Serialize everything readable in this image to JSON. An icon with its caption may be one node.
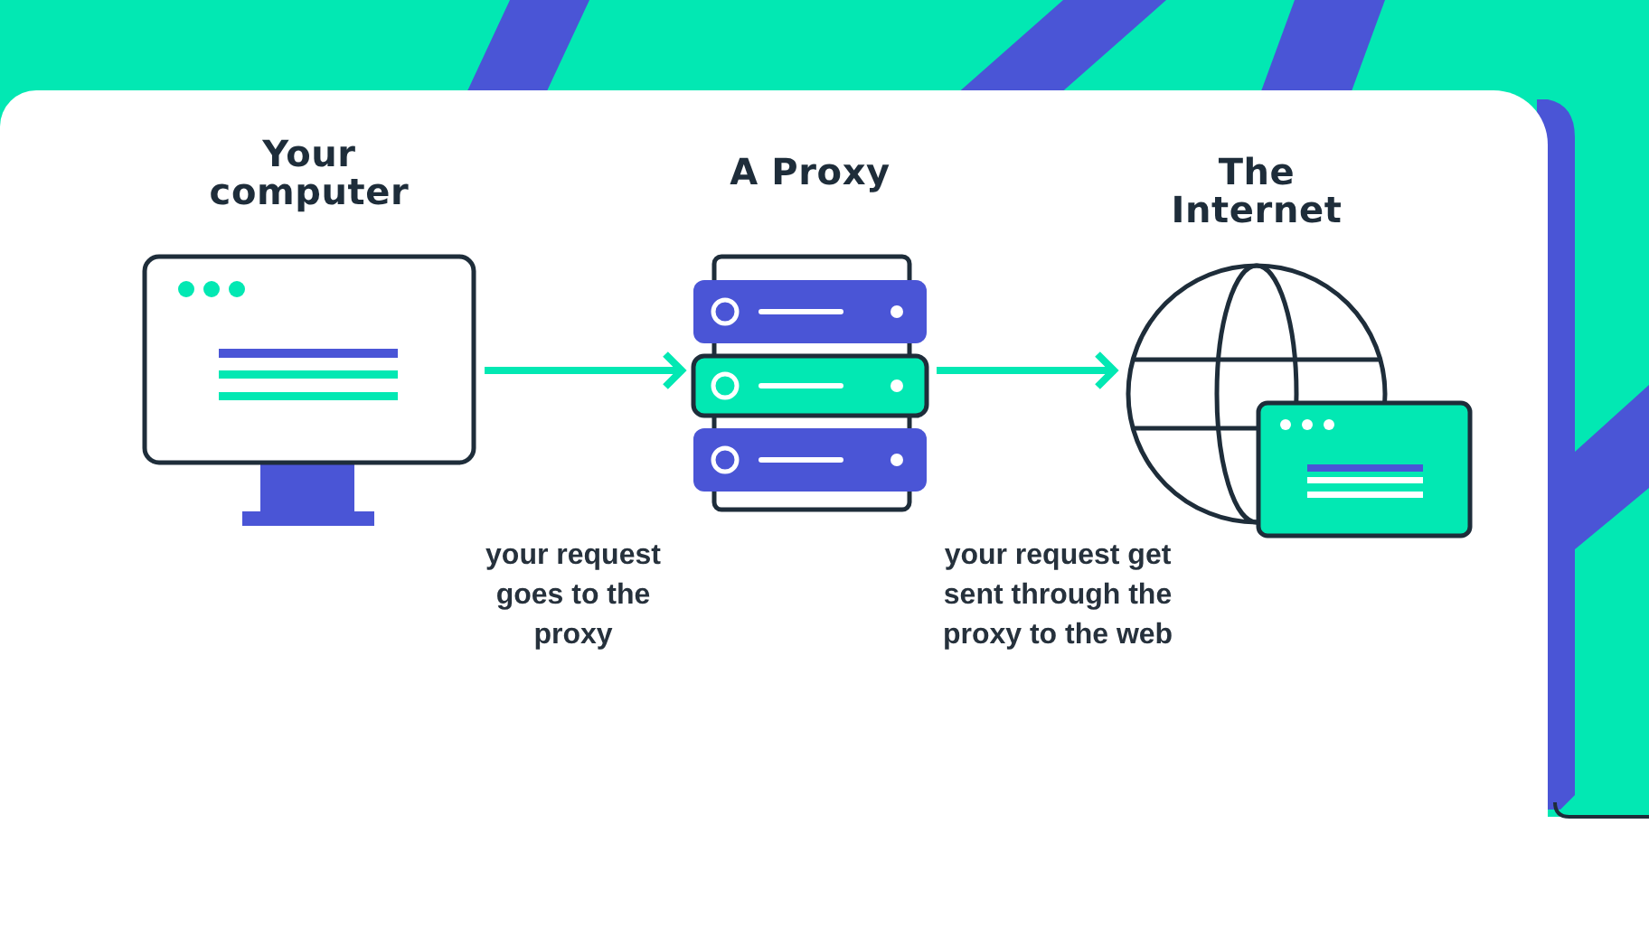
{
  "diagram": {
    "nodes": [
      {
        "text": [
          "Your computer"
        ]
      },
      {
        "text": [
          "A Proxy"
        ]
      },
      {
        "text": [
          "The Internet"
        ]
      }
    ],
    "edges": [
      {
        "from": 0,
        "to": 1,
        "arrow": "to"
      },
      {
        "from": 1,
        "to": 2,
        "arrow": "to"
      }
    ],
    "labels": [
      "your request goes to the proxy",
      "your request get sent through the proxy to the web"
    ]
  }
}
